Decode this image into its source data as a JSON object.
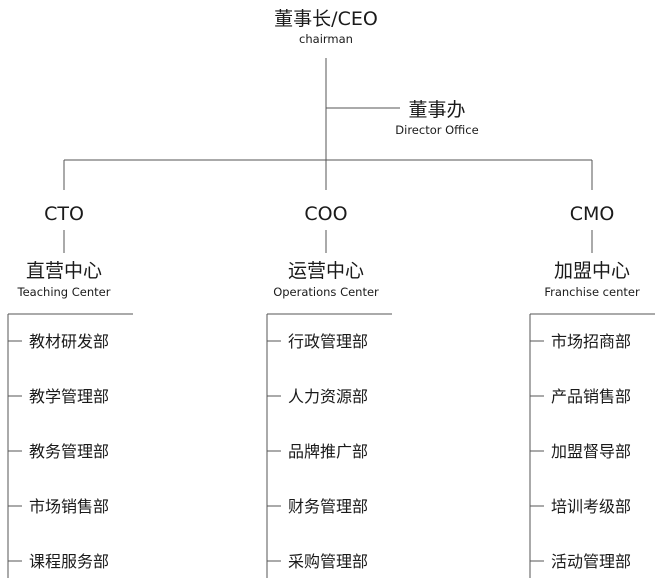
{
  "root": {
    "title": "董事长/CEO",
    "subtitle": "chairman"
  },
  "office": {
    "title": "董事办",
    "subtitle": "Director Office"
  },
  "branches": [
    {
      "role": "CTO",
      "center": "直营中心",
      "center_en": "Teaching Center",
      "departments": [
        "教材研发部",
        "教学管理部",
        "教务管理部",
        "市场销售部",
        "课程服务部"
      ]
    },
    {
      "role": "COO",
      "center": "运营中心",
      "center_en": "Operations Center",
      "departments": [
        "行政管理部",
        "人力资源部",
        "品牌推广部",
        "财务管理部",
        "采购管理部"
      ]
    },
    {
      "role": "CMO",
      "center": "加盟中心",
      "center_en": "Franchise center",
      "departments": [
        "市场招商部",
        "产品销售部",
        "加盟督导部",
        "培训考级部",
        "活动管理部"
      ]
    }
  ]
}
